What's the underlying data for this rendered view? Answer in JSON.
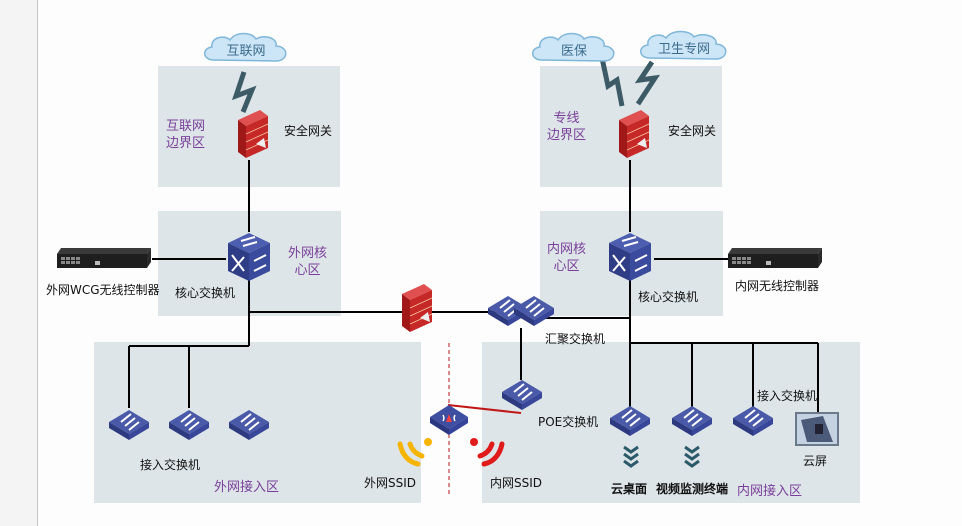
{
  "diagram": {
    "zones": {
      "internet_border": "互联网\n边界区",
      "dedicated_border": "专线\n边界区",
      "external_core": "外网核\n心区",
      "internal_core": "内网核\n心区",
      "external_access": "外网接入区",
      "internal_access": "内网接入区"
    },
    "clouds": {
      "internet": "互联网",
      "medical_insurance": "医保",
      "health_network": "卫生专网"
    },
    "devices": {
      "left_gateway": "安全网关",
      "right_gateway": "安全网关",
      "left_core_switch": "核心交换机",
      "right_core_switch": "核心交换机",
      "external_wireless_controller": "外网WCG无线控制器",
      "internal_wireless_controller": "内网无线控制器",
      "aggregation_switch": "汇聚交换机",
      "poe_switch": "POE交换机",
      "left_access_switches": "接入交换机",
      "right_access_switch": "接入交换机",
      "cloud_screen": "云屏",
      "cloud_desktop": "云桌面",
      "video_monitor_terminal": "视频监测终端",
      "external_ssid": "外网SSID",
      "internal_ssid": "内网SSID"
    },
    "colors": {
      "zone_fill": "#dde5e8",
      "zone_label": "#7a3f9a",
      "firewall_red": "#c62828",
      "switch_blue": "#3b4a8f",
      "ssid_external": "#f5b400",
      "ssid_internal": "#e01a1a"
    }
  }
}
